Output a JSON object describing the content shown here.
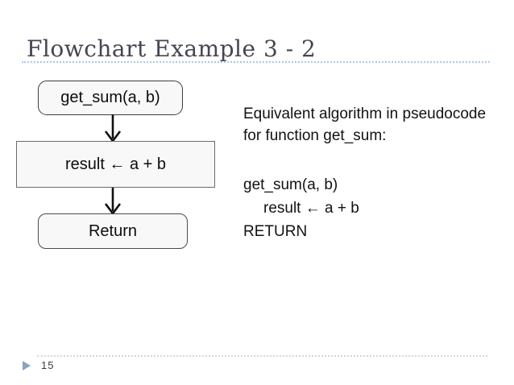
{
  "slide": {
    "title": "Flowchart Example 3 - 2",
    "page_number": "15"
  },
  "flowchart": {
    "nodes": [
      {
        "label": "get_sum(a, b)",
        "shape": "rounded-rect"
      },
      {
        "label": "result ← a + b",
        "shape": "rect"
      },
      {
        "label": "Return",
        "shape": "rounded-rect"
      }
    ],
    "connectors": [
      {
        "from": 0,
        "to": 1,
        "type": "arrow-down"
      },
      {
        "from": 1,
        "to": 2,
        "type": "arrow-down"
      }
    ]
  },
  "pseudocode": {
    "intro_line1": "Equivalent algorithm in pseudocode",
    "intro_line2": "for function get_sum:",
    "code_line1": "get_sum(a, b)",
    "code_line2": "result ← a + b",
    "code_line3": "RETURN"
  },
  "colors": {
    "title_text": "#454553",
    "title_rule": "#b3c7e0",
    "node_fill": "#f8f8f8",
    "node_border_dark": "#3d3d3d",
    "node_border_gray": "#6b6b6b",
    "arrow": "#111111",
    "body_text": "#121212",
    "footer_rule": "#d6d6df",
    "footer_arrow": "#8aa3c1",
    "page_number_text": "#3a3a40"
  }
}
